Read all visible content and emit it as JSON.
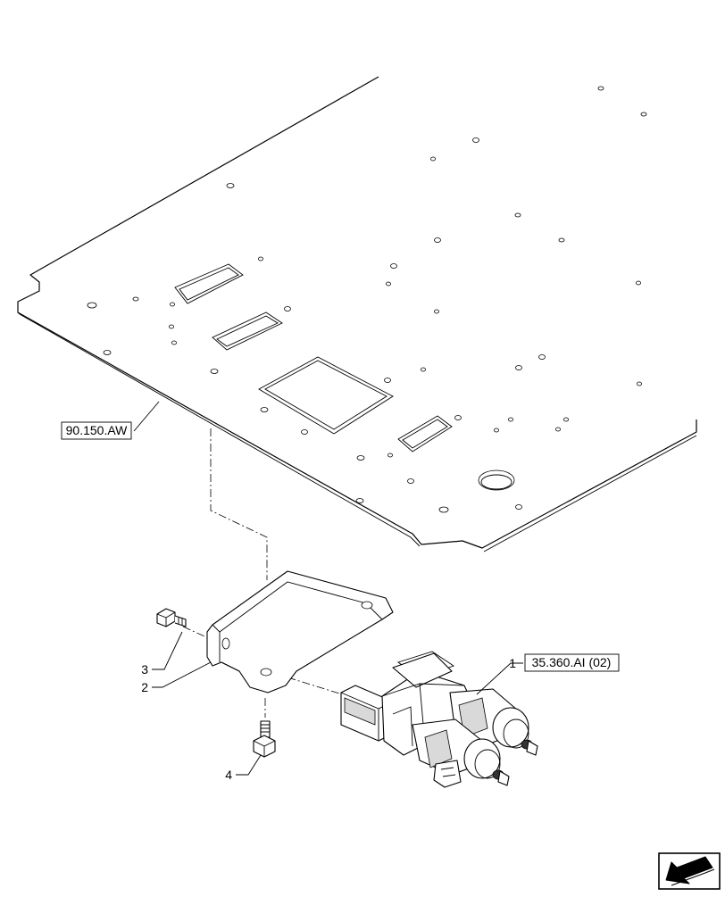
{
  "references": [
    {
      "id": "ref-floor-plate",
      "label": "90.150.AW"
    },
    {
      "id": "ref-valve",
      "label": "35.360.AI (02)"
    }
  ],
  "callouts": [
    {
      "id": "callout-valve",
      "number": "1"
    },
    {
      "id": "callout-bracket",
      "number": "2"
    },
    {
      "id": "callout-screw-top",
      "number": "3"
    },
    {
      "id": "callout-screw-bottom",
      "number": "4"
    }
  ],
  "nav_icon": "arrow-down-left-icon"
}
